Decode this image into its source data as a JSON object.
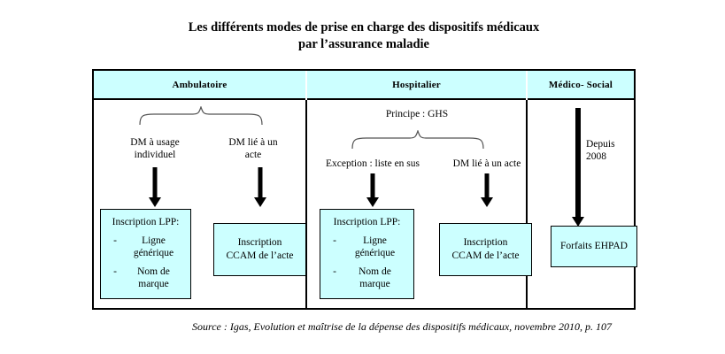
{
  "title": {
    "line1": "Les différents modes de prise en charge des dispositifs médicaux",
    "line2": "par l’assurance maladie"
  },
  "columns": {
    "ambulatoire": {
      "header": "Ambulatoire",
      "branches": [
        {
          "label": "DM à usage\nindividuel"
        },
        {
          "label": "DM lié à un\nacte"
        }
      ],
      "lpp_box": {
        "title": "Inscription LPP:",
        "bullets": [
          {
            "dash": "-",
            "text": "Ligne\ngénérique"
          },
          {
            "dash": "-",
            "text": "Nom de\nmarque"
          }
        ]
      },
      "ccam_box": {
        "text": "Inscription\nCCAM de l’acte"
      }
    },
    "hospitalier": {
      "header": "Hospitalier",
      "principle": "Principe : GHS",
      "branches": [
        {
          "label": "Exception : liste en sus"
        },
        {
          "label": "DM lié à un acte"
        }
      ],
      "lpp_box": {
        "title": "Inscription LPP:",
        "bullets": [
          {
            "dash": "-",
            "text": "Ligne\ngénérique"
          },
          {
            "dash": "-",
            "text": "Nom de\nmarque"
          }
        ]
      },
      "ccam_box": {
        "text": "Inscription\nCCAM de l’acte"
      }
    },
    "medico_social": {
      "header": "Médico- Social",
      "arrow_label": "Depuis\n2008",
      "box": {
        "text": "Forfaits EHPAD"
      }
    }
  },
  "source": "Source : Igas, Evolution et maîtrise de la dépense des dispositifs médicaux, novembre 2010, p. 107",
  "colors": {
    "box_fill": "#CCFFFF",
    "stroke": "#000000",
    "page_background": "#FFFFFF"
  }
}
